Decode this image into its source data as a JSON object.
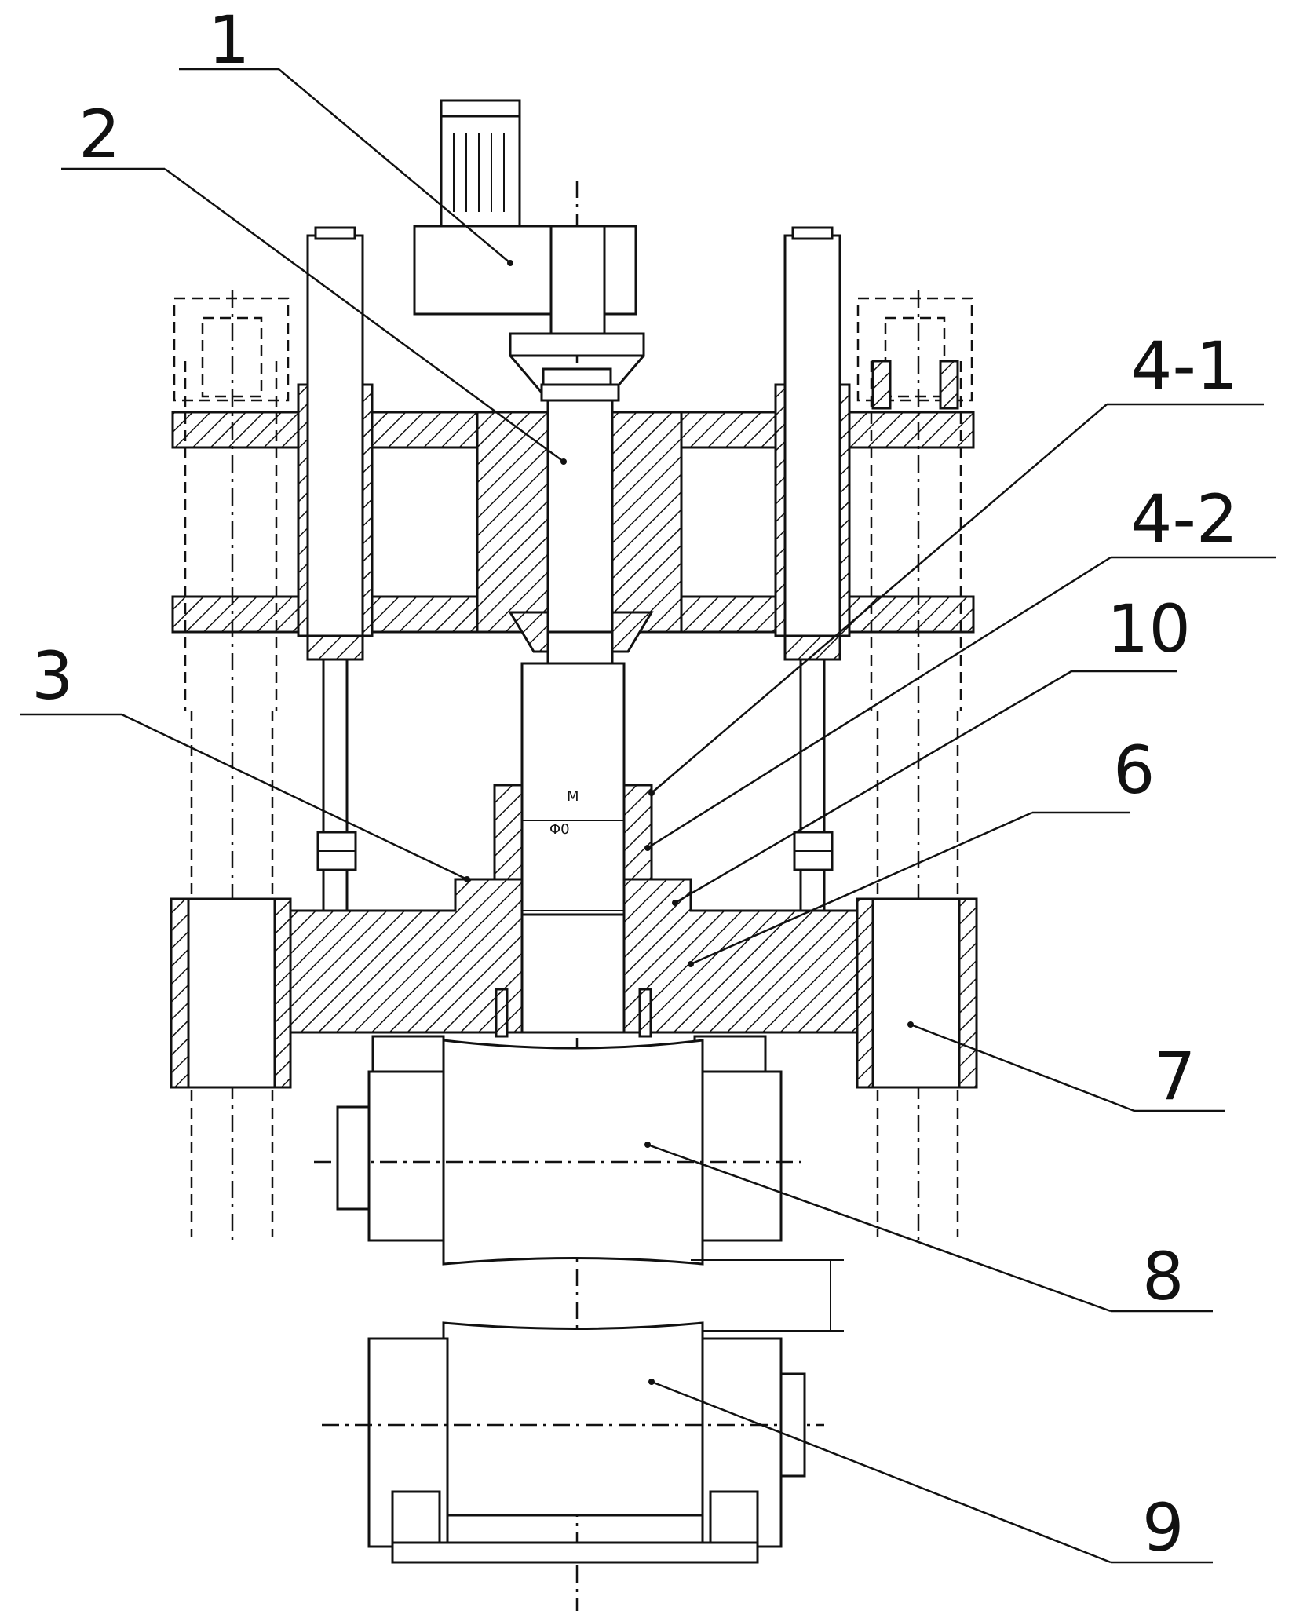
{
  "callouts": [
    {
      "id": "1",
      "label": "1"
    },
    {
      "id": "2",
      "label": "2"
    },
    {
      "id": "3",
      "label": "3"
    },
    {
      "id": "4-1",
      "label": "4-1"
    },
    {
      "id": "4-2",
      "label": "4-2"
    },
    {
      "id": "10",
      "label": "10"
    },
    {
      "id": "6",
      "label": "6"
    },
    {
      "id": "7",
      "label": "7"
    },
    {
      "id": "8",
      "label": "8"
    },
    {
      "id": "9",
      "label": "9"
    }
  ],
  "marks": {
    "shaft_mark_top": "M",
    "shaft_mark_dia": "Φ0"
  }
}
